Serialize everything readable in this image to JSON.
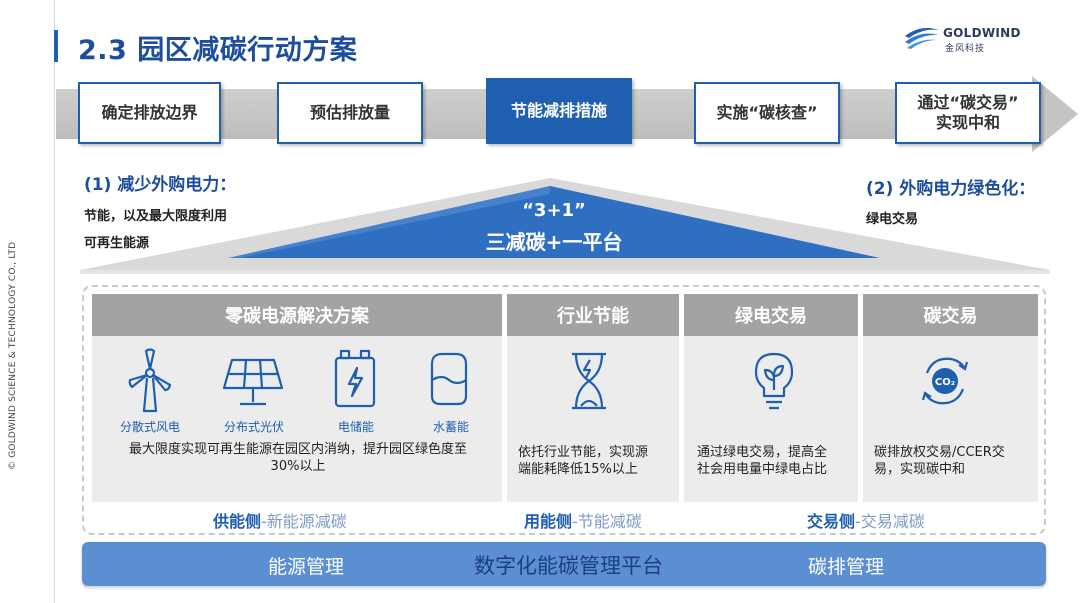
{
  "copyright": "© GOLDWIND SCIENCE & TECHNOLOGY CO., LTD",
  "title": "2.3 园区减碳行动方案",
  "logo": {
    "en": "GOLDWIND",
    "cn": "金风科技"
  },
  "steps": [
    {
      "line1": "确定排放边界",
      "line2": ""
    },
    {
      "line1": "预估排放量",
      "line2": ""
    },
    {
      "line1": "节能减排措施",
      "line2": ""
    },
    {
      "line1": "实施“碳核查”",
      "line2": ""
    },
    {
      "line1": "通过“碳交易”",
      "line2": "实现中和"
    }
  ],
  "left_block": {
    "heading": "(1) 减少外购电力：",
    "text1": "节能，以及最大限度利用",
    "text2": "可再生能源"
  },
  "right_block": {
    "heading": "(2) 外购电力绿色化：",
    "text": "绿电交易"
  },
  "roof": {
    "line1": "“3+1”",
    "line2": "三减碳+一平台"
  },
  "columns": {
    "zero_carbon": {
      "header": "零碳电源解决方案",
      "icons": [
        {
          "label": "分散式风电",
          "icon": "wind-turbine-icon"
        },
        {
          "label": "分布式光伏",
          "icon": "solar-panel-icon"
        },
        {
          "label": "电储能",
          "icon": "battery-icon"
        },
        {
          "label": "水蓄能",
          "icon": "water-tank-icon"
        }
      ],
      "text_line1": "最大限度实现可再生能源在园区内消纳，提升园区绿色度至",
      "text_line2": "30%以上"
    },
    "industry": {
      "header": "行业节能",
      "icon": "hourglass-energy-icon",
      "text_line1": "依托行业节能，实现源",
      "text_line2": "端能耗降低15%以上"
    },
    "green_power": {
      "header": "绿电交易",
      "icon": "green-bulb-icon",
      "text_line1": "通过绿电交易，提高全",
      "text_line2": "社会用电量中绿电占比"
    },
    "carbon_trade": {
      "header": "碳交易",
      "icon": "co2-cycle-icon",
      "icon_text": "CO₂",
      "text_line1": "碳排放权交易/CCER交",
      "text_line2": "易，实现碳中和"
    }
  },
  "footers": {
    "supply": {
      "main": "供能侧",
      "sub": "-新能源减碳"
    },
    "use": {
      "main": "用能侧",
      "sub": "-节能减碳"
    },
    "trade": {
      "main": "交易侧",
      "sub": "-交易减碳"
    }
  },
  "platform": {
    "left": "能源管理",
    "center": "数字化能碳管理平台",
    "right": "碳排管理"
  },
  "colors": {
    "primary": "#1f5fb0",
    "title": "#1d4e9e",
    "header_gray": "#a3a3a3",
    "body_gray": "#ececec",
    "platform": "#5b8fd1"
  }
}
